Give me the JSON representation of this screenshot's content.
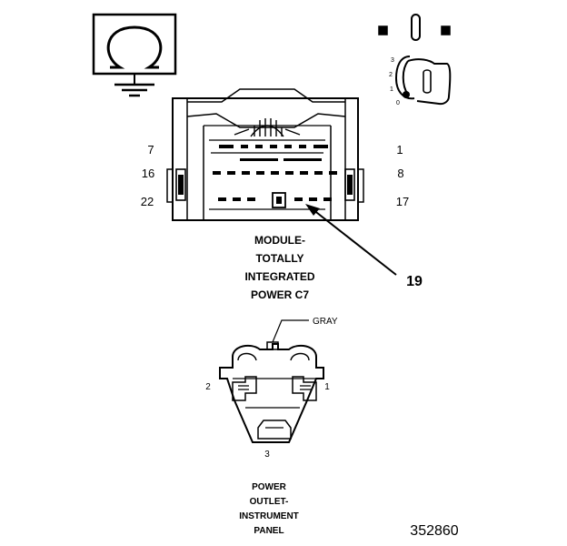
{
  "figure_id": "352860",
  "module_connector": {
    "title_lines": [
      "MODULE-",
      "TOTALLY",
      "INTEGRATED",
      "POWER C7"
    ],
    "pin_labels": {
      "top_left": "7",
      "top_right": "1",
      "mid_left": "16",
      "mid_right": "8",
      "bottom_left": "22",
      "bottom_right": "17"
    },
    "callout": "19"
  },
  "power_outlet_connector": {
    "title_lines": [
      "POWER",
      "OUTLET-",
      "INSTRUMENT",
      "PANEL"
    ],
    "color_label": "GRAY",
    "pin_labels": {
      "left": "2",
      "right": "1",
      "bottom": "3"
    }
  },
  "key_positions": [
    "3",
    "2",
    "1",
    "0"
  ],
  "icons": {
    "ground_symbol": "ground-omega-icon",
    "ignition_key": "ignition-key-switch-icon",
    "key_run_indicator": "key-run-indicator-icon"
  },
  "colors": {
    "line": "#000000",
    "background": "#ffffff"
  }
}
